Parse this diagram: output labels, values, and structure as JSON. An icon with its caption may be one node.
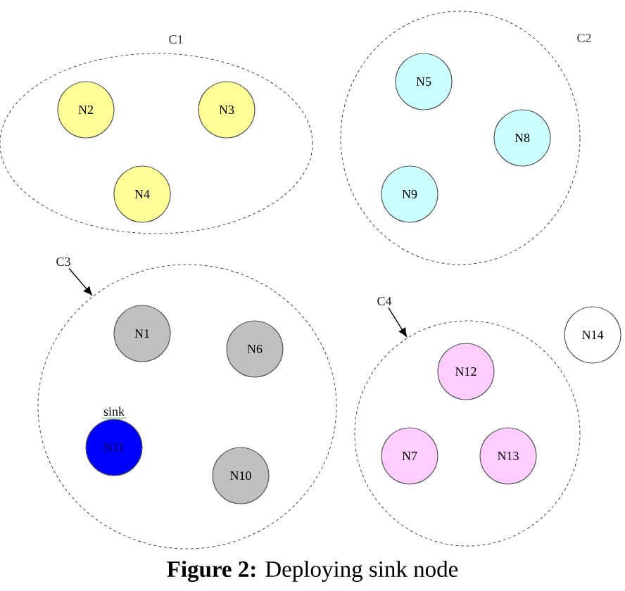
{
  "diagram": {
    "caption": "**Figure 2:** Deploying sink node",
    "nodes": [
      {
        "text": [
          "C1"
        ]
      },
      {
        "text": [
          "N2"
        ],
        "in": 0
      },
      {
        "text": [
          "N3"
        ],
        "in": 0
      },
      {
        "text": [
          "N4"
        ],
        "in": 0
      },
      {
        "text": [
          "C2"
        ]
      },
      {
        "text": [
          "N5"
        ],
        "in": 4
      },
      {
        "text": [
          "N8"
        ],
        "in": 4
      },
      {
        "text": [
          "N9"
        ],
        "in": 4
      },
      {
        "text": [
          "C3"
        ]
      },
      {
        "text": [],
        "shape": "circle"
      },
      {
        "text": [
          "N1"
        ],
        "in": 9
      },
      {
        "text": [
          "N6"
        ],
        "in": 9
      },
      {
        "text": [
          "N11"
        ],
        "in": 9,
        "beside": [
          "sink"
        ]
      },
      {
        "text": [
          "N10"
        ],
        "in": 9
      },
      {
        "text": [
          "C4"
        ]
      },
      {
        "text": [],
        "shape": "circle"
      },
      {
        "text": [
          "N12"
        ],
        "in": 15
      },
      {
        "text": [
          "N7"
        ],
        "in": 15
      },
      {
        "text": [
          "N13"
        ],
        "in": 15
      },
      {
        "text": [
          "N14"
        ]
      }
    ],
    "edges": [
      {
        "from": 8,
        "to": 9,
        "arrow": "to"
      },
      {
        "from": 14,
        "to": 15,
        "arrow": "to"
      }
    ]
  }
}
